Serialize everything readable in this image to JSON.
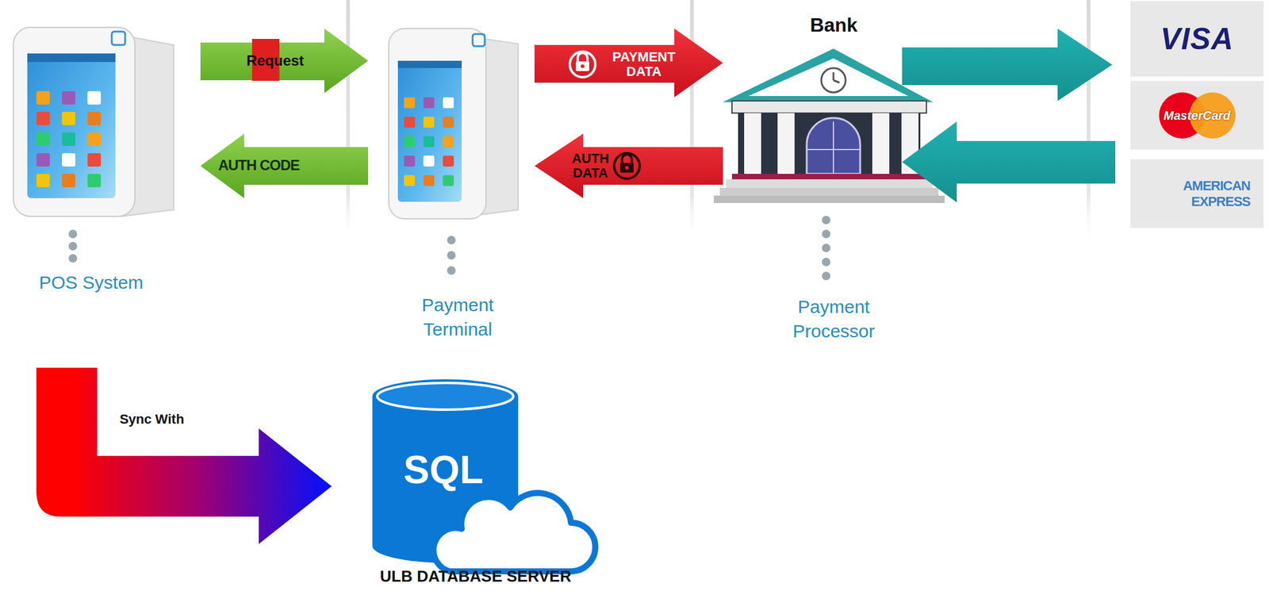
{
  "diagram": {
    "nodes": [
      {
        "text": [
          "POS System"
        ]
      },
      {
        "text": [
          "Payment Terminal"
        ]
      },
      {
        "text": [
          "Bank",
          "Payment Processor"
        ]
      },
      {
        "text": [
          "VISA"
        ]
      },
      {
        "text": [
          "MasterCard"
        ]
      },
      {
        "text": [
          "AMERICAN EXPRESS"
        ]
      },
      {
        "text": [
          "SQL",
          "ULB DATABASE SERVER"
        ]
      }
    ],
    "edges": [
      {
        "from": 0,
        "to": 1,
        "label": "Request",
        "arrow": "to"
      },
      {
        "from": 1,
        "to": 0,
        "label": "AUTH CODE",
        "arrow": "to"
      },
      {
        "from": 1,
        "to": 2,
        "label": "PAYMENT DATA",
        "arrow": "to"
      },
      {
        "from": 2,
        "to": 1,
        "label": "AUTH DATA",
        "arrow": "to"
      },
      {
        "from": 2,
        "to": 3,
        "arrow": "to"
      },
      {
        "from": 4,
        "to": 2,
        "arrow": "to"
      },
      {
        "from": 0,
        "to": 6,
        "label": "Sync With",
        "arrow": "to"
      }
    ]
  }
}
